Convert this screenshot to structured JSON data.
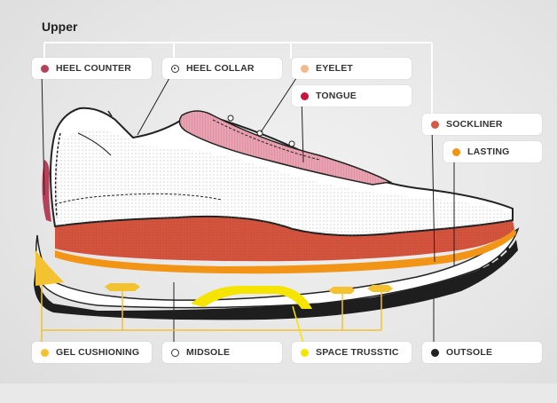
{
  "title": "Upper",
  "labels": {
    "heel_counter": "HEEL COUNTER",
    "heel_collar": "HEEL COLLAR",
    "eyelet": "EYELET",
    "tongue": "TONGUE",
    "sockliner": "SOCKLINER",
    "lasting": "LASTING",
    "gel_cushioning": "GEL CUSHIONING",
    "midsole": "MIDSOLE",
    "space_trusstic": "SPACE TRUSSTIC",
    "outsole": "OUTSOLE"
  },
  "colors": {
    "heel_counter": "#b4435a",
    "heel_collar": "#333333",
    "eyelet": "#f3b98c",
    "tongue": "#c8163f",
    "sockliner": "#d55a45",
    "lasting": "#f29416",
    "gel_cushioning": "#f2c230",
    "midsole": "#333333",
    "space_trusstic": "#f5e400",
    "outsole": "#222222"
  }
}
